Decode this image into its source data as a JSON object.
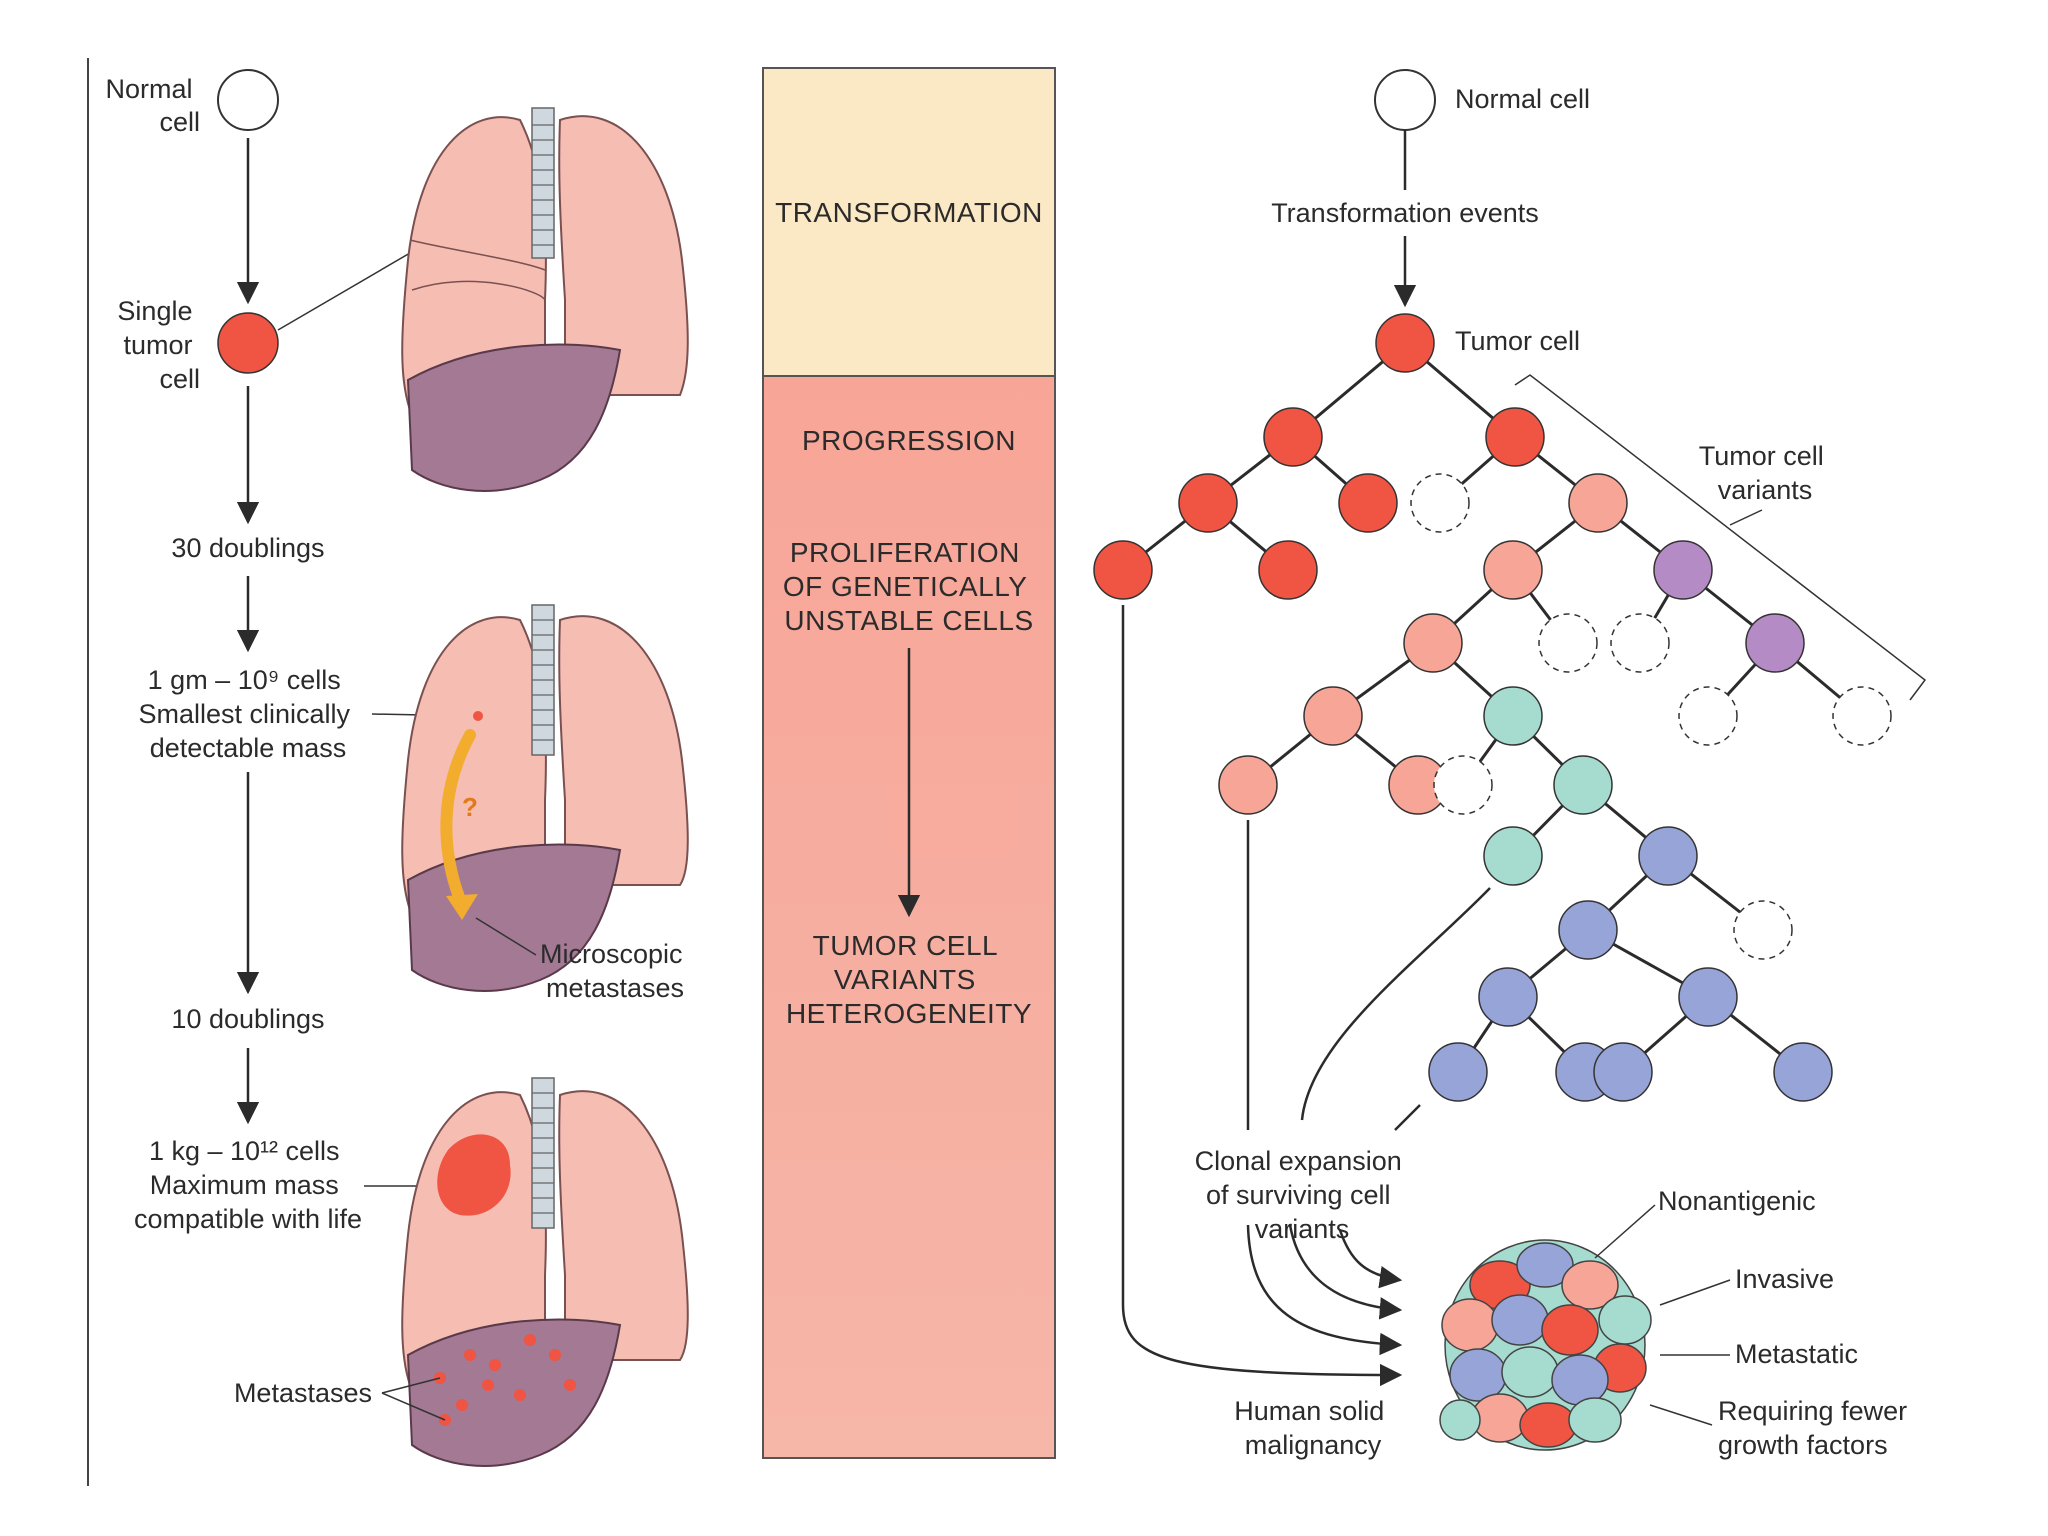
{
  "colors": {
    "tumor": "#f05442",
    "variant_pink": "#f7a597",
    "variant_purple": "#b48bc4",
    "variant_teal": "#a6dccf",
    "variant_blue": "#97a4d8",
    "lung": "#f6bdb3",
    "liver": "#a37994",
    "band_top": "#fbe9c6",
    "band_bottom": "#f6b6a8",
    "arrow_orange": "#f2ac2e"
  },
  "left": {
    "normal_cell": [
      "Normal",
      "cell"
    ],
    "single_tumor": [
      "Single",
      "tumor",
      "cell"
    ],
    "doublings_30": "30 doublings",
    "mass_1gm": [
      "1 gm – 10⁹ cells",
      "Smallest clinically",
      "detectable mass"
    ],
    "doublings_10": "10 doublings",
    "mass_1kg": [
      "1 kg – 10¹² cells",
      "Maximum mass",
      "compatible with life"
    ],
    "micro_metastases": [
      "Microscopic",
      "metastases"
    ],
    "metastases": "Metastases",
    "question_mark": "?"
  },
  "middle": {
    "transformation": "TRANSFORMATION",
    "progression": "PROGRESSION",
    "proliferation": [
      "PROLIFERATION",
      "OF GENETICALLY",
      "UNSTABLE CELLS"
    ],
    "variants": [
      "TUMOR CELL",
      "VARIANTS",
      "HETEROGENEITY"
    ]
  },
  "right": {
    "normal_cell": "Normal cell",
    "transformation_events": "Transformation events",
    "tumor_cell": "Tumor cell",
    "tumor_variants": [
      "Tumor cell",
      "variants"
    ],
    "clonal": [
      "Clonal expansion",
      "of surviving cell",
      "variants"
    ],
    "human_solid": [
      "Human solid",
      "malignancy"
    ],
    "nonantigenic": "Nonantigenic",
    "invasive": "Invasive",
    "metastatic": "Metastatic",
    "fewer_growth": [
      "Requiring fewer",
      "growth factors"
    ]
  }
}
